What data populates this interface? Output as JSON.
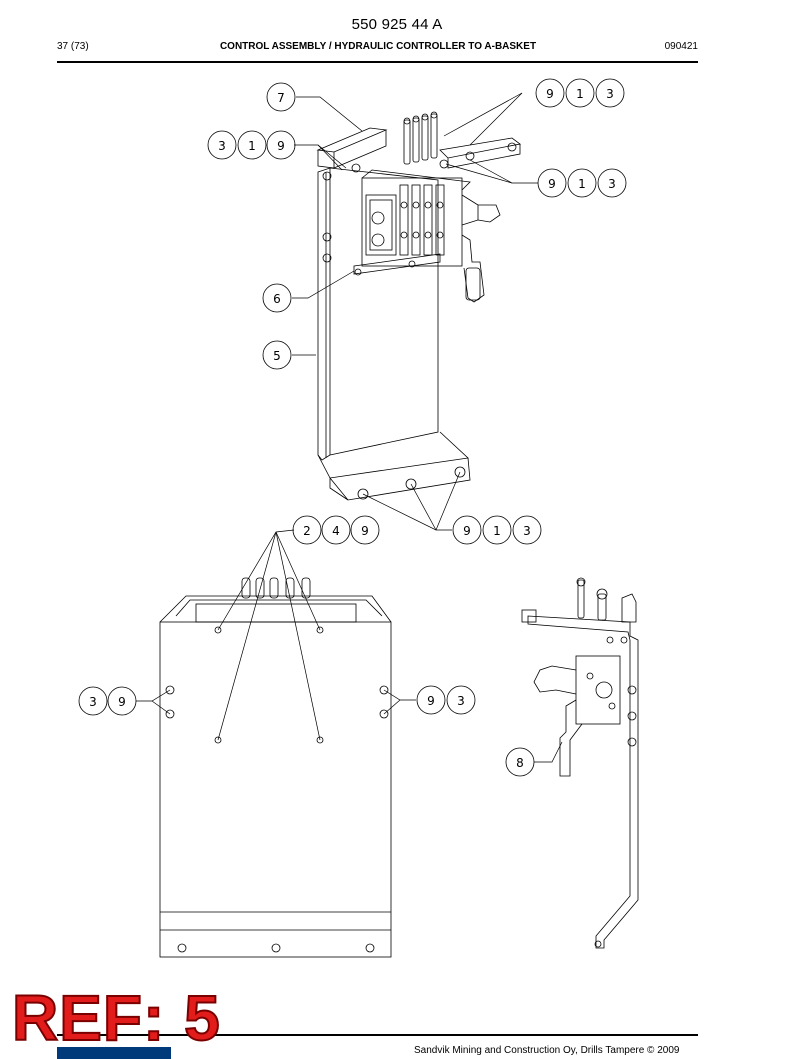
{
  "header": {
    "doc_number": "550 925 44 A",
    "page": "37 (73)",
    "title": "CONTROL ASSEMBLY / HYDRAULIC CONTROLLER TO A-BASKET",
    "date": "090421"
  },
  "callouts": {
    "c7": "7",
    "c913a": [
      "9",
      "1",
      "3"
    ],
    "c319": [
      "3",
      "1",
      "9"
    ],
    "c913b": [
      "9",
      "1",
      "3"
    ],
    "c6": "6",
    "c5": "5",
    "c249": [
      "2",
      "4",
      "9"
    ],
    "c913c": [
      "9",
      "1",
      "3"
    ],
    "c39": [
      "3",
      "9"
    ],
    "c93": [
      "9",
      "3"
    ],
    "c8": "8"
  },
  "stamp": {
    "text": "REF: 5"
  },
  "footer": {
    "copyright": "Sandvik Mining and Construction Oy, Drills Tampere © 2009"
  },
  "colors": {
    "stamp_fill": "#e21b1b",
    "stamp_outline": "#7a0000",
    "line": "#000000"
  }
}
